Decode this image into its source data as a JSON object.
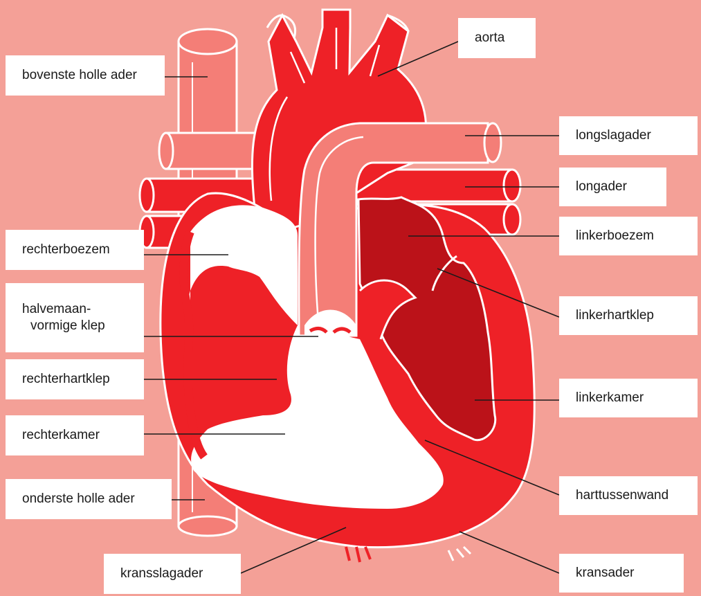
{
  "colors": {
    "background": "#f4a097",
    "heart_red": "#ee2127",
    "dark_red": "#bb1219",
    "vessel_pink": "#f47e77",
    "chamber_white": "#ffffff"
  },
  "labels": {
    "superior_vena_cava": "bovenste holle ader",
    "aorta": "aorta",
    "pulmonary_artery": "longslagader",
    "pulmonary_vein": "longader",
    "right_atrium": "rechterboezem",
    "left_atrium": "linkerboezem",
    "semilunar_valve_line1": "halvemaan-",
    "semilunar_valve_line2": "vormige klep",
    "left_av_valve": "linkerhartklep",
    "right_av_valve": "rechterhartklep",
    "left_ventricle": "linkerkamer",
    "right_ventricle": "rechterkamer",
    "septum": "harttussenwand",
    "inferior_vena_cava": "onderste holle ader",
    "coronary_artery": "kransslagader",
    "coronary_vein": "kransader"
  }
}
